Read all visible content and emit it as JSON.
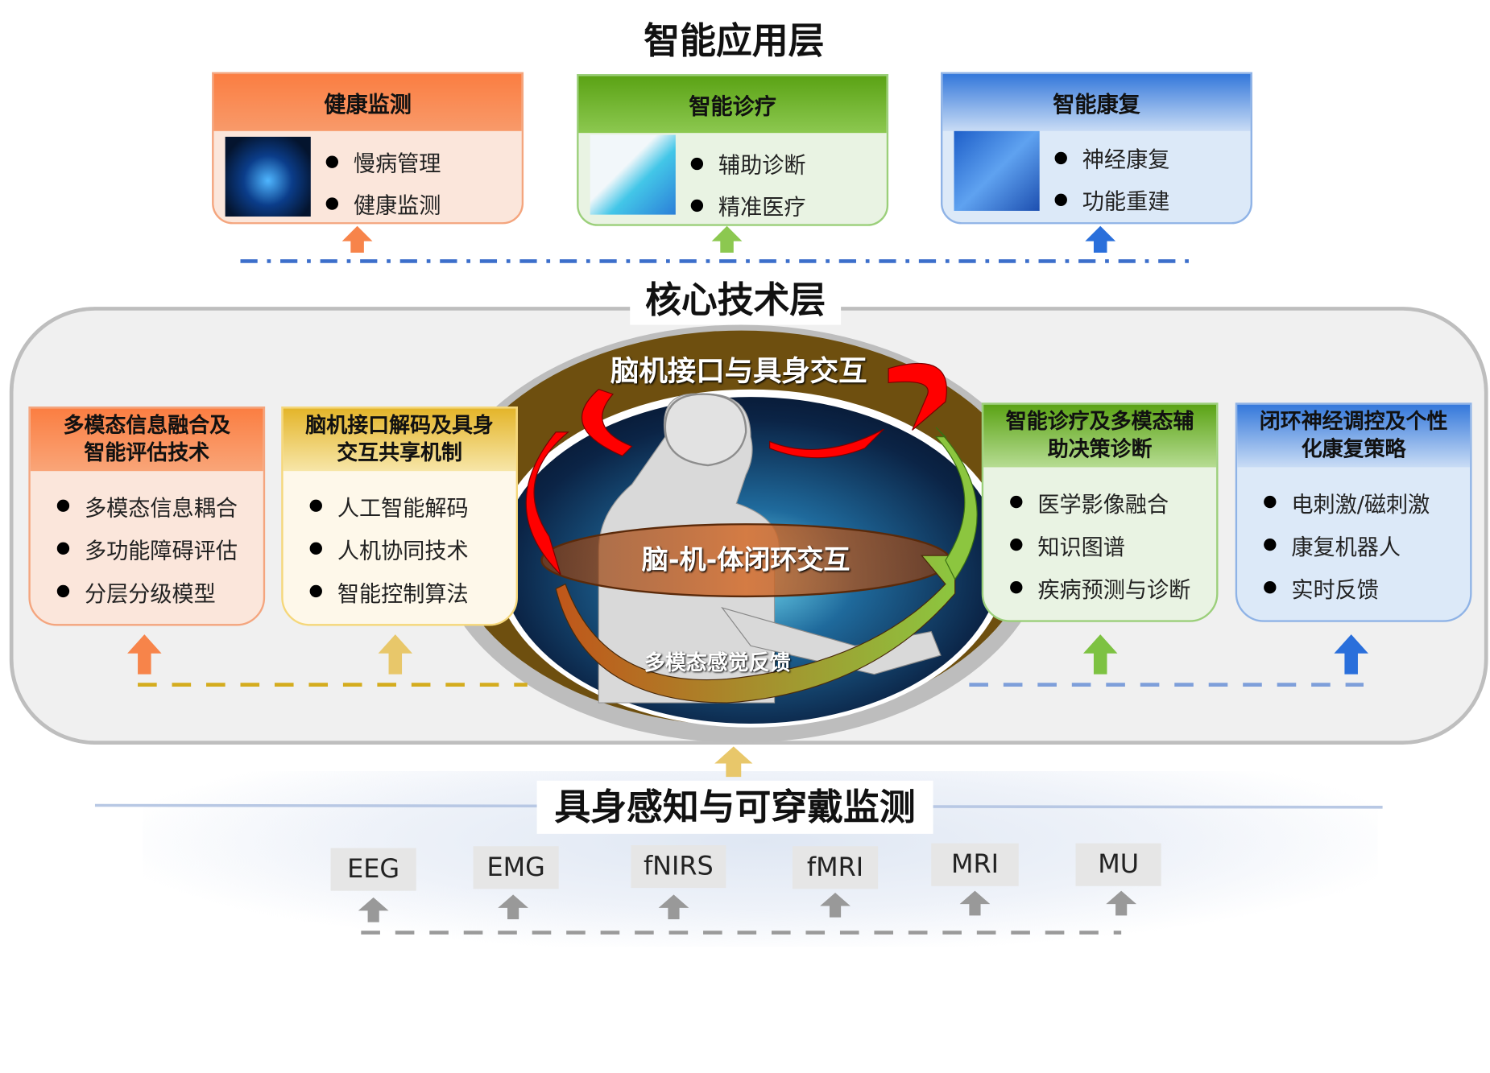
{
  "application_layer": {
    "title": "智能应用层",
    "boxes": [
      {
        "title": "健康监测",
        "items": [
          "慢病管理",
          "健康监测"
        ],
        "color": "#F7844A"
      },
      {
        "title": "智能诊疗",
        "items": [
          "辅助诊断",
          "精准医疗"
        ],
        "color": "#5FAE1F"
      },
      {
        "title": "智能康复",
        "items": [
          "神经康复",
          "功能重建"
        ],
        "color": "#3B7DDD"
      }
    ]
  },
  "core_layer": {
    "title": "核心技术层",
    "center": {
      "top_label": "脑机接口与具身交互",
      "middle_label": "脑-机-体闭环交互",
      "bottom_label": "多模态感觉反馈"
    },
    "boxes": [
      {
        "title": "多模态信息融合及智能评估技术",
        "title_lines": [
          "多模态信息融合及",
          "智能评估技术"
        ],
        "items": [
          "多模态信息耦合",
          "多功能障碍评估",
          "分层分级模型"
        ],
        "color": "#F7844A"
      },
      {
        "title": "脑机接口解码及具身交互共享机制",
        "title_lines": [
          "脑机接口解码及具身",
          "交互共享机制"
        ],
        "items": [
          "人工智能解码",
          "人机协同技术",
          "智能控制算法"
        ],
        "color": "#E8B92E"
      },
      {
        "title": "智能诊疗及多模态辅助决策诊断",
        "title_lines": [
          "智能诊疗及多模态辅",
          "助决策诊断"
        ],
        "items": [
          "医学影像融合",
          "知识图谱",
          "疾病预测与诊断"
        ],
        "color": "#5FAE1F"
      },
      {
        "title": "闭环神经调控及个性化康复策略",
        "title_lines": [
          "闭环神经调控及个性",
          "化康复策略"
        ],
        "items": [
          "电刺激/磁刺激",
          "康复机器人",
          "实时反馈"
        ],
        "color": "#3B7DDD"
      }
    ]
  },
  "perception_layer": {
    "title": "具身感知与可穿戴监测",
    "sensors": [
      "EEG",
      "EMG",
      "fNIRS",
      "fMRI",
      "MRI",
      "MU"
    ]
  }
}
